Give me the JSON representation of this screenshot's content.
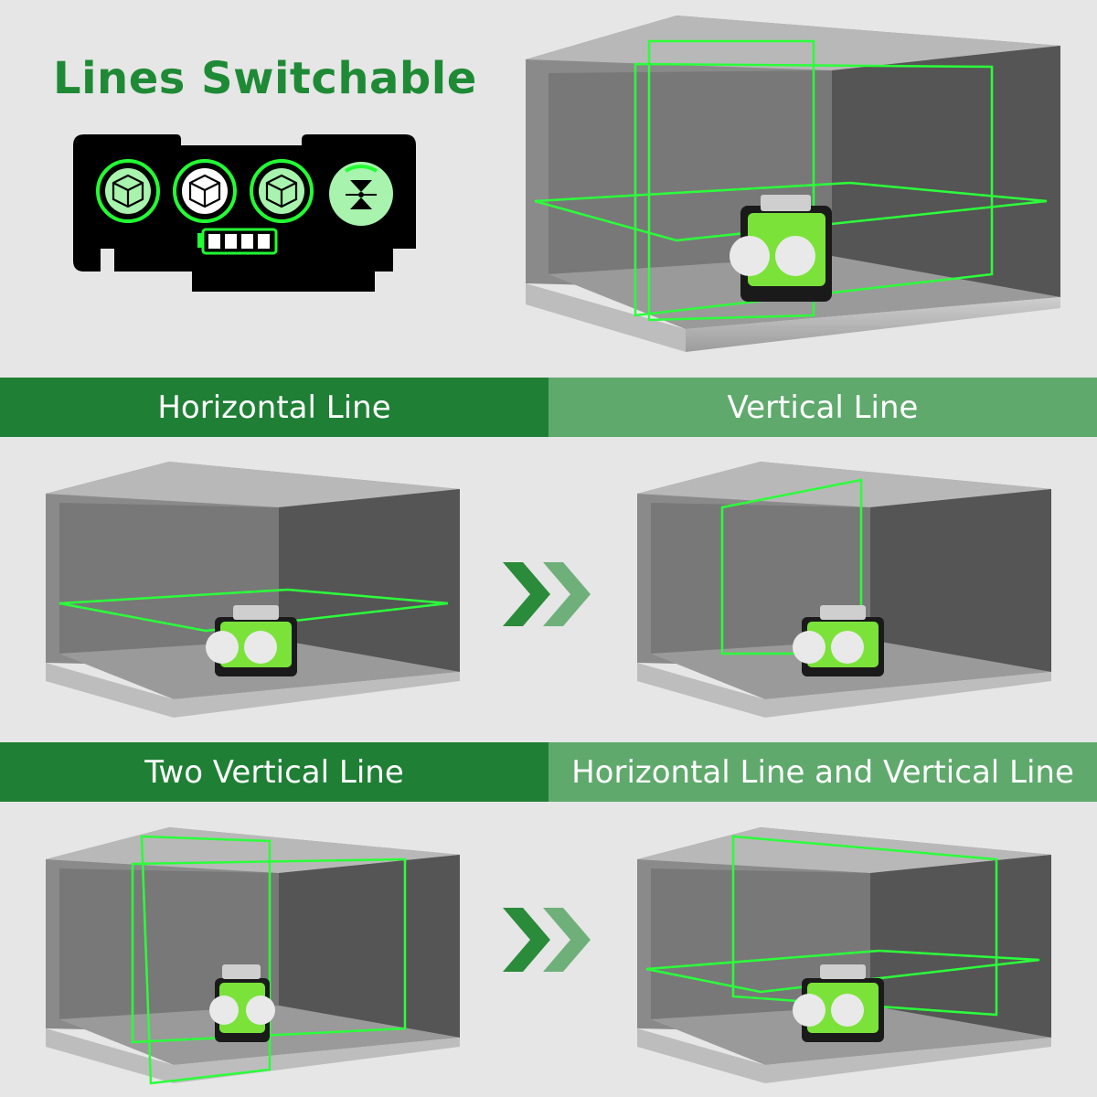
{
  "header": {
    "title": "Lines Switchable"
  },
  "colors": {
    "title_green": "#1f8a35",
    "band_dark": "#1f7f35",
    "band_light": "#5fa96c",
    "laser": "#2bff3a",
    "panel_bg": "#000000",
    "battery_green": "#22ff33"
  },
  "control_panel": {
    "buttons": [
      "cube-icon",
      "cube-icon",
      "cube-icon",
      "vertical-plumb-icon"
    ],
    "battery": {
      "icon": "battery-icon",
      "bars": 4
    }
  },
  "bands": [
    {
      "label": "Horizontal Line"
    },
    {
      "label": "Vertical Line"
    },
    {
      "label": "Two Vertical Line"
    },
    {
      "label": "Horizontal Line and Vertical Line"
    }
  ],
  "arrows": [
    "double-chevron-icon",
    "double-chevron-icon"
  ]
}
